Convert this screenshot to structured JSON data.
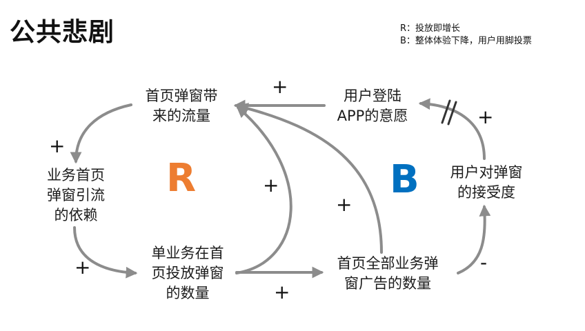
{
  "title": "公共悲剧",
  "legend": [
    "R：投放即增长",
    "B：整体体验下降，用户用脚投票"
  ],
  "nodes": {
    "homepage_traffic": [
      "首页弹窗带",
      "来的流量"
    ],
    "user_login_intent": [
      "用户登陆",
      "APP的意愿"
    ],
    "business_dependency": [
      "业务首页",
      "弹窗引流",
      "的依赖"
    ],
    "single_business_popups": [
      "单业务在首",
      "页投放弹窗",
      "的数量"
    ],
    "all_homepage_popups": [
      "首页全部业务弹",
      "窗广告的数量"
    ],
    "user_acceptance": [
      "用户对弹窗",
      "的接受度"
    ]
  },
  "loops": {
    "reinforcing": "R",
    "balancing": "B"
  },
  "signs": {
    "intent_to_traffic": "+",
    "traffic_to_dependency": "+",
    "dependency_to_single": "+",
    "single_to_traffic": "+",
    "all_to_traffic": "+",
    "single_to_all": "+",
    "all_to_acceptance": "-",
    "acceptance_to_intent": "+"
  },
  "colors": {
    "arrow": "#8c8c8c",
    "reinforcing": "#ED7D31",
    "balancing": "#0070C0"
  }
}
